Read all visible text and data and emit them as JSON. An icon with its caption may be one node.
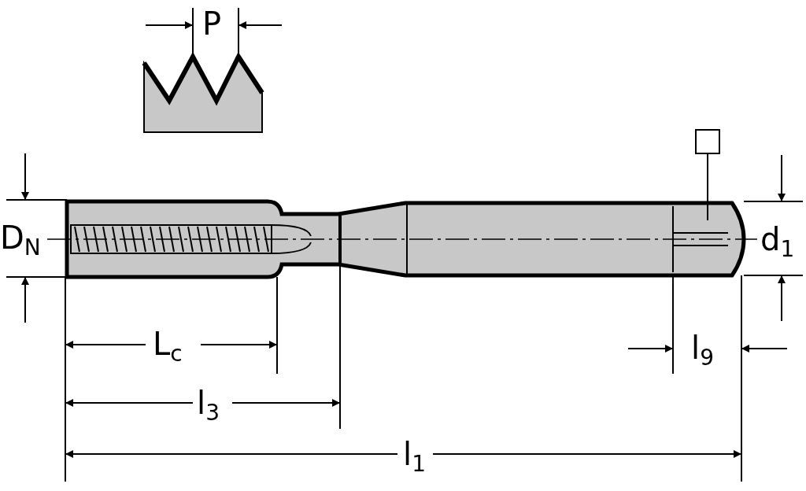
{
  "diagram": {
    "labels": [
      "P",
      "D$_{N}$",
      "d$_{1}$",
      "L$_{c}$",
      "l$_{9}$",
      "l$_{3}$",
      "l$_{1}$"
    ]
  }
}
